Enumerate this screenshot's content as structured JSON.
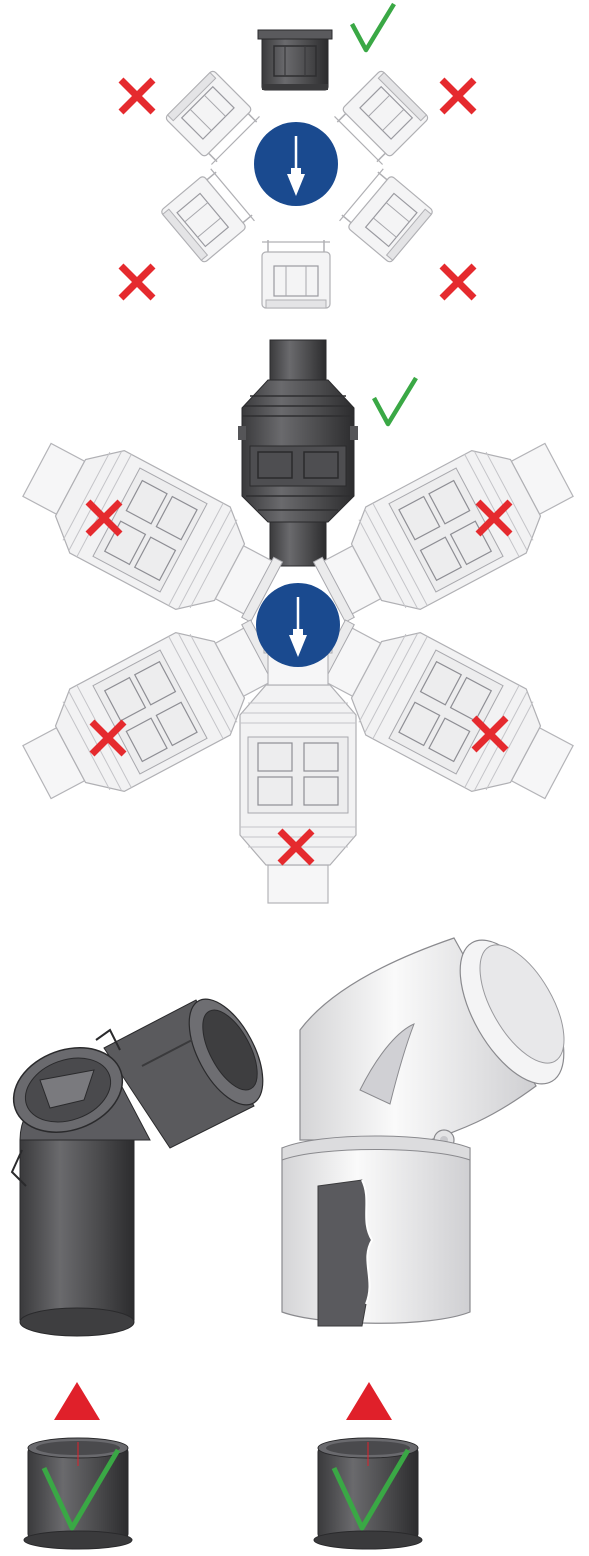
{
  "panels": [
    {
      "id": "panel-1",
      "subject": "short-valve-insert",
      "correct_orientations": 1,
      "incorrect_orientations": 5
    },
    {
      "id": "panel-2",
      "subject": "inline-valve",
      "correct_orientations": 1,
      "incorrect_orientations": 5
    },
    {
      "id": "panel-3",
      "subject": "elbow-with-valve-insert",
      "correct_orientations": 2,
      "incorrect_orientations": 0
    }
  ],
  "icons": {
    "vertical": "plumb-bob-icon",
    "correct": "green-check-icon",
    "incorrect": "red-x-icon",
    "insert": "red-up-arrow-icon"
  },
  "colors": {
    "badge": "#1a4a8f",
    "correct": "#3aa845",
    "incorrect": "#e52a2e",
    "arrow": "#e0202a",
    "dark_part": "#4a4a4c",
    "light_part": "#f2f2f2"
  }
}
